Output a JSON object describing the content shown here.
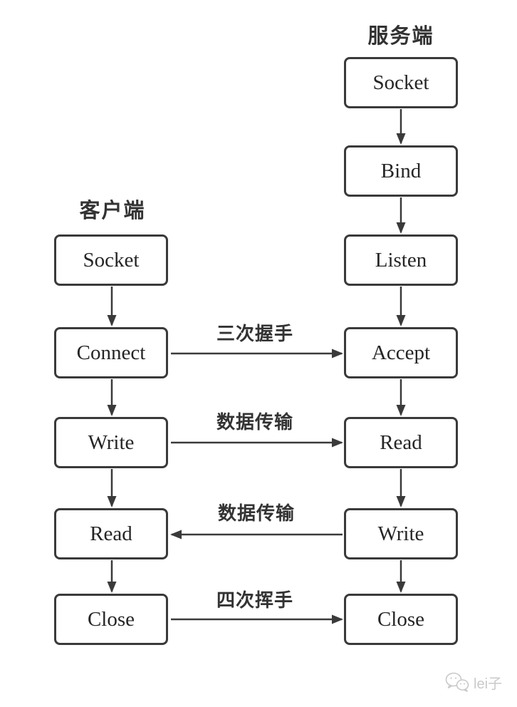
{
  "diagram": {
    "client": {
      "title": "客户端",
      "nodes": [
        {
          "id": "socket",
          "label": "Socket"
        },
        {
          "id": "connect",
          "label": "Connect"
        },
        {
          "id": "write",
          "label": "Write"
        },
        {
          "id": "read",
          "label": "Read"
        },
        {
          "id": "close",
          "label": "Close"
        }
      ]
    },
    "server": {
      "title": "服务端",
      "nodes": [
        {
          "id": "socket",
          "label": "Socket"
        },
        {
          "id": "bind",
          "label": "Bind"
        },
        {
          "id": "listen",
          "label": "Listen"
        },
        {
          "id": "accept",
          "label": "Accept"
        },
        {
          "id": "read",
          "label": "Read"
        },
        {
          "id": "write",
          "label": "Write"
        },
        {
          "id": "close",
          "label": "Close"
        }
      ]
    },
    "connections": [
      {
        "label": "三次握手",
        "from": "client Connect",
        "to": "server Accept",
        "direction": "left-to-right"
      },
      {
        "label": "数据传输",
        "from": "client Write",
        "to": "server Read",
        "direction": "left-to-right"
      },
      {
        "label": "数据传输",
        "from": "server Write",
        "to": "client Read",
        "direction": "right-to-left"
      },
      {
        "label": "四次挥手",
        "from": "client Close",
        "to": "server Close",
        "direction": "left-to-right"
      }
    ],
    "colors": {
      "background": "#ffffff",
      "box_border": "#3a3a3a",
      "box_text": "#252525",
      "line": "#3a3a3a",
      "label_text": "#333333",
      "watermark": "#c9c9c9"
    },
    "watermark": {
      "text": "lei子"
    }
  }
}
